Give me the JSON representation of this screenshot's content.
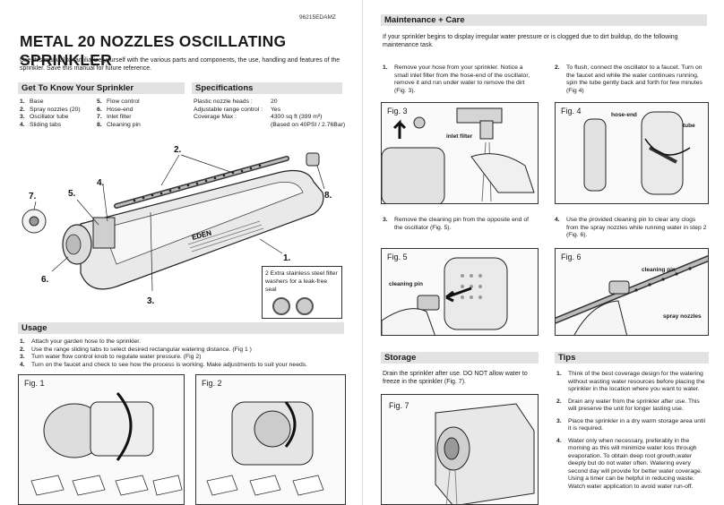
{
  "doc_number": "96215EDAMZ",
  "title": "METAL 20 NOZZLES OSCILLATING SPRINKLER",
  "intro": "Use this manual to familiarize yourself with the various parts and components, the use, handling and features of the sprinkler. Save this manual for future reference.",
  "parts": {
    "heading": "Get To Know Your Sprinkler",
    "items": [
      {
        "n": "1.",
        "label": "Base"
      },
      {
        "n": "2.",
        "label": "Spray nozzles (20)"
      },
      {
        "n": "3.",
        "label": "Oscillator tube"
      },
      {
        "n": "4.",
        "label": "Sliding tabs"
      },
      {
        "n": "5.",
        "label": "Flow control"
      },
      {
        "n": "6.",
        "label": "Hose-end"
      },
      {
        "n": "7.",
        "label": "Inlet filter"
      },
      {
        "n": "8.",
        "label": "Cleaning pin"
      }
    ]
  },
  "specs": {
    "heading": "Specifications",
    "rows": [
      {
        "label": "Plastic nozzle heads :",
        "value": "20"
      },
      {
        "label": "Adjustable range control :",
        "value": "Yes"
      },
      {
        "label": "Coverage Max :",
        "value": "4300 sq ft (399 m²)"
      }
    ],
    "coverage_note": "(Based on 40PSI / 2.76Bar)"
  },
  "diagram": {
    "brand": "EDEN",
    "callouts": [
      "1.",
      "2.",
      "3.",
      "4.",
      "5.",
      "6.",
      "7.",
      "8."
    ],
    "washer_note": "2 Extra stainless steel filter washers for a leak-free seal"
  },
  "usage": {
    "heading": "Usage",
    "steps": [
      {
        "n": "1.",
        "text": "Attach your garden hose to the sprinkler."
      },
      {
        "n": "2.",
        "text": "Use the range sliding tabs to select desired rectangular watering distance. (Fig 1 )"
      },
      {
        "n": "3.",
        "text": "Turn water flow control knob to regulate water pressure. (Fig 2)"
      },
      {
        "n": "4.",
        "text": "Turn on the faucet and check to see how the process is working. Make adjustments to suit your needs."
      }
    ],
    "fig1": "Fig. 1",
    "fig2": "Fig. 2"
  },
  "maintenance": {
    "heading": "Maintenance + Care",
    "intro": "If your sprinkler begins to display irregular water pressure or is clogged due to dirt buildup, do the following maintenance task.",
    "step1": {
      "n": "1.",
      "text": "Remove your hose from your sprinkler. Notice a small inlet filter from the hose-end of the oscillator, remove it and run under water to remove the dirt (Fig. 3)."
    },
    "step2": {
      "n": "2.",
      "text": "To flush, connect the oscillator to a faucet. Turn on the faucet and while the water continues running, spin the tube gently back and forth for few minutes (Fig 4)"
    },
    "step3": {
      "n": "3.",
      "text": "Remove the cleaning pin from the opposite end of the oscillator (Fig. 5)."
    },
    "step4": {
      "n": "4.",
      "text": "Use the provided cleaning pin to clear any clogs from the spray nozzles while running water in step 2 (Fig. 6)."
    },
    "fig3": "Fig. 3",
    "fig3_label": "inlet filter",
    "fig4": "Fig. 4",
    "fig4_label_a": "hose-end",
    "fig4_label_b": "tube",
    "fig5": "Fig. 5",
    "fig5_label": "cleaning pin",
    "fig6": "Fig. 6",
    "fig6_label_a": "cleaning pin",
    "fig6_label_b": "spray nozzles"
  },
  "storage": {
    "heading": "Storage",
    "text": "Drain the sprinkler after use. DO NOT allow water to freeze in the sprinkler (Fig. 7).",
    "fig7": "Fig. 7"
  },
  "tips": {
    "heading": "Tips",
    "items": [
      {
        "n": "1.",
        "text": "Think of the best coverage design for the watering without wasting water resources before placing the sprinkler in the location where you want to water."
      },
      {
        "n": "2.",
        "text": "Drain any water from the sprinkler after use. This will preserve the unit for longer lasting use."
      },
      {
        "n": "3.",
        "text": "Place the sprinkler in a dry warm storage area until it is required."
      },
      {
        "n": "4.",
        "text": "Water only when necessary, preferably in the morning as this will minimize water loss through evaporation. To obtain deep root growth,water deeply but do not water often. Watering every second day will provide for better water coverage. Using a timer can be helpful in reducing waste. Watch water application to avoid water run-off."
      }
    ]
  }
}
